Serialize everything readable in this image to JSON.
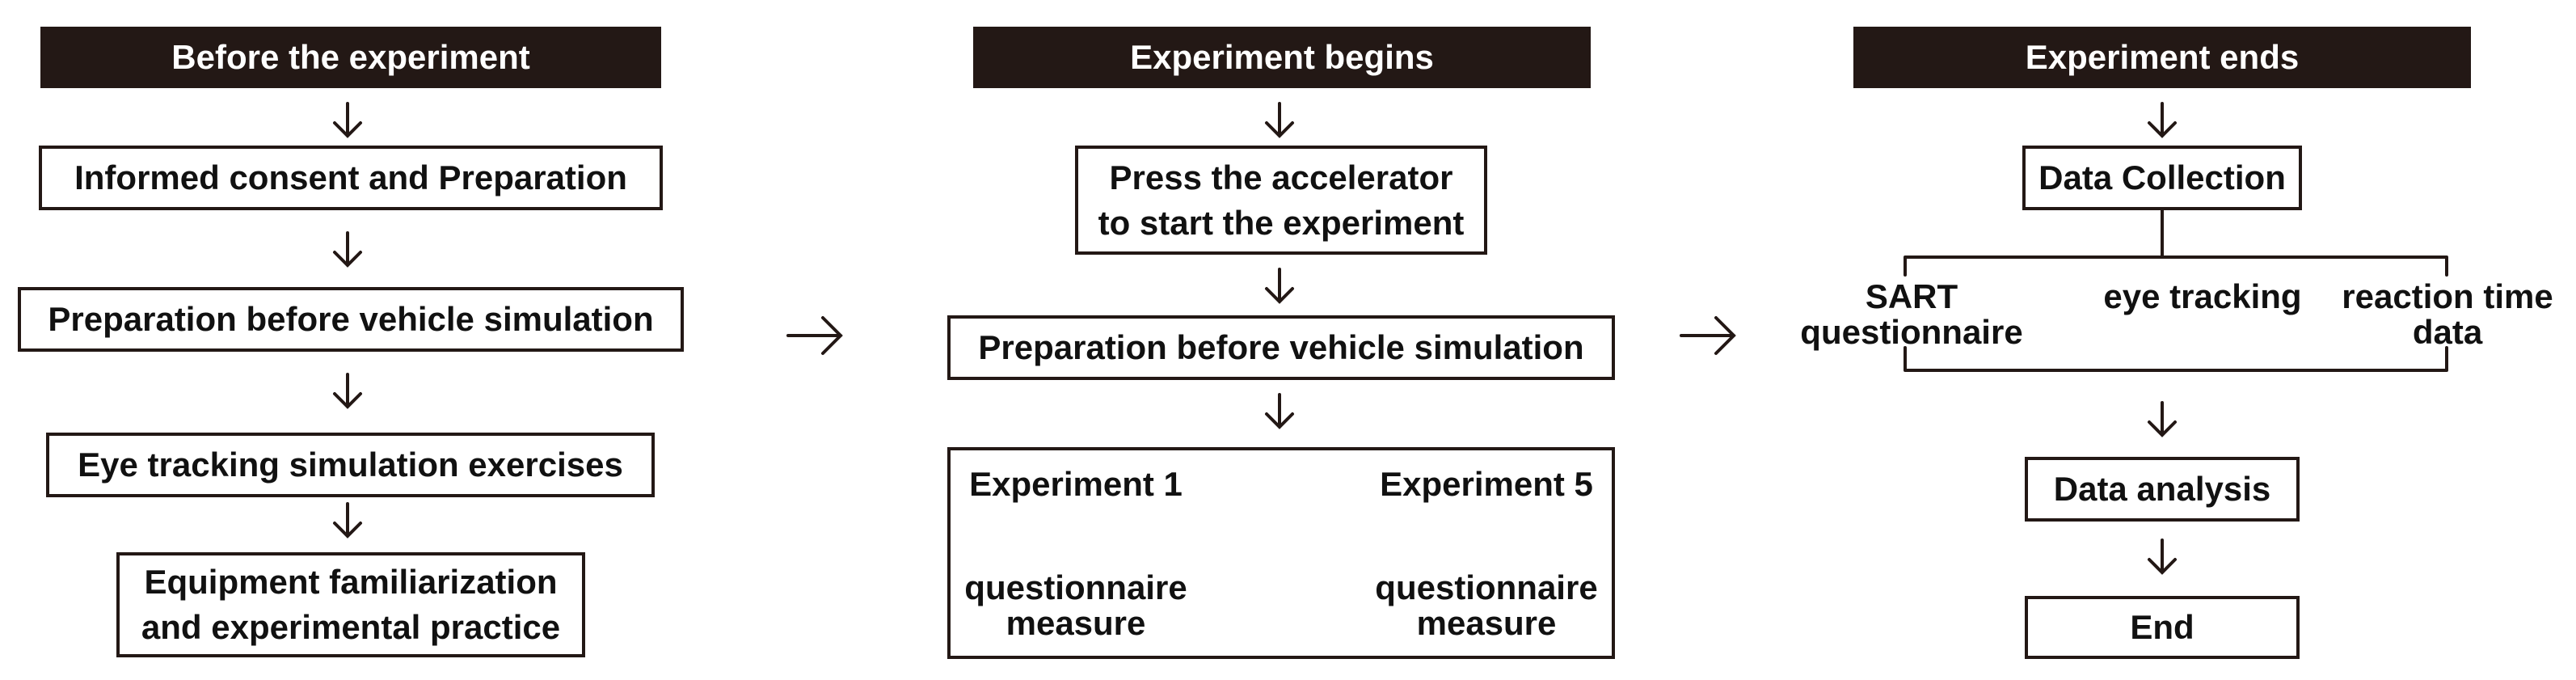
{
  "columns": [
    {
      "header": "Before the experiment",
      "steps": [
        "Informed consent and Preparation",
        "Preparation before vehicle simulation",
        "Eye tracking simulation exercises",
        [
          "Equipment familiarization",
          "and experimental practice"
        ]
      ]
    },
    {
      "header": "Experiment begins",
      "steps": [
        [
          "Press the accelerator",
          "to start the experiment"
        ],
        "Preparation before vehicle simulation"
      ],
      "experiments": {
        "first": "Experiment 1",
        "last": "Experiment 5",
        "measure_first": [
          "questionnaire",
          "measure"
        ],
        "measure_last": [
          "questionnaire",
          "measure"
        ]
      }
    },
    {
      "header": "Experiment ends",
      "collection": "Data Collection",
      "data_types": [
        [
          "SART",
          "questionnaire"
        ],
        [
          "eye tracking"
        ],
        [
          "reaction time",
          "data"
        ]
      ],
      "steps": [
        "Data analysis",
        "End"
      ]
    }
  ],
  "colors": {
    "header_bg": "#231815",
    "header_text": "#ffffff",
    "line": "#231815"
  },
  "icons": {
    "flow_arrow": "down-arrow-icon",
    "phase_arrow": "right-arrow-icon",
    "dashed_arrow": "dashed-arrow-icon"
  }
}
